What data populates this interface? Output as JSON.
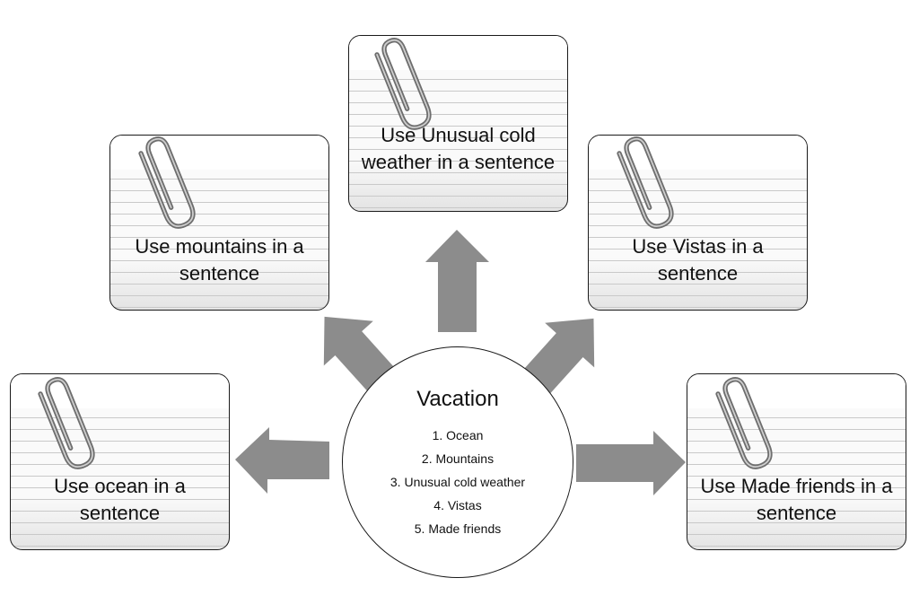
{
  "center": {
    "title": "Vacation",
    "items": [
      "1. Ocean",
      "2. Mountains",
      "3. Unusual cold weather",
      "4. Vistas",
      "5. Made friends"
    ]
  },
  "cards": {
    "ocean": "Use ocean in a sentence",
    "mountains": "Use mountains in a sentence",
    "weather": "Use Unusual cold weather in a sentence",
    "vistas": "Use Vistas in a sentence",
    "friends": "Use Made friends in a sentence"
  },
  "colors": {
    "arrow": "#8c8c8c",
    "border": "#1a1a1a",
    "clip": "#7a7a7a"
  }
}
